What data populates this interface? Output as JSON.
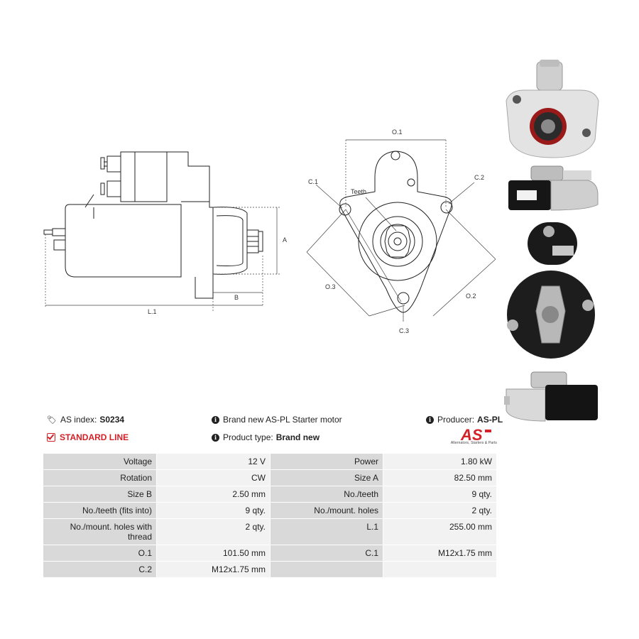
{
  "drawing": {
    "labels": {
      "a": "A",
      "b": "B",
      "l1": "L.1",
      "o1": "O.1",
      "o2": "O.2",
      "o3": "O.3",
      "c1": "C.1",
      "c2": "C.2",
      "c3": "C.3",
      "teeth": "Teeth"
    }
  },
  "info": {
    "as_index_label": "AS index:",
    "as_index_value": "S0234",
    "description": "Brand new AS-PL Starter motor",
    "producer_label": "Producer:",
    "producer_value": "AS-PL",
    "line": "STANDARD LINE",
    "product_type_label": "Product type:",
    "product_type_value": "Brand new"
  },
  "logo": {
    "text": "AS",
    "subtitle": "Alternators, Starters & Parts",
    "color": "#d42027"
  },
  "specs": [
    [
      {
        "l": "Voltage",
        "v": "12 V"
      },
      {
        "l": "Power",
        "v": "1.80 kW"
      }
    ],
    [
      {
        "l": "Rotation",
        "v": "CW"
      },
      {
        "l": "Size A",
        "v": "82.50 mm"
      }
    ],
    [
      {
        "l": "Size B",
        "v": "2.50 mm"
      },
      {
        "l": "No./teeth",
        "v": "9 qty."
      }
    ],
    [
      {
        "l": "No./teeth (fits into)",
        "v": "9 qty."
      },
      {
        "l": "No./mount. holes",
        "v": "2 qty."
      }
    ],
    [
      {
        "l": "No./mount. holes with thread",
        "v": "2 qty."
      },
      {
        "l": "L.1",
        "v": "255.00 mm"
      }
    ],
    [
      {
        "l": "O.1",
        "v": "101.50 mm"
      },
      {
        "l": "C.1",
        "v": "M12x1.75 mm"
      }
    ],
    [
      {
        "l": "C.2",
        "v": "M12x1.75 mm"
      },
      {
        "l": "",
        "v": ""
      }
    ]
  ]
}
